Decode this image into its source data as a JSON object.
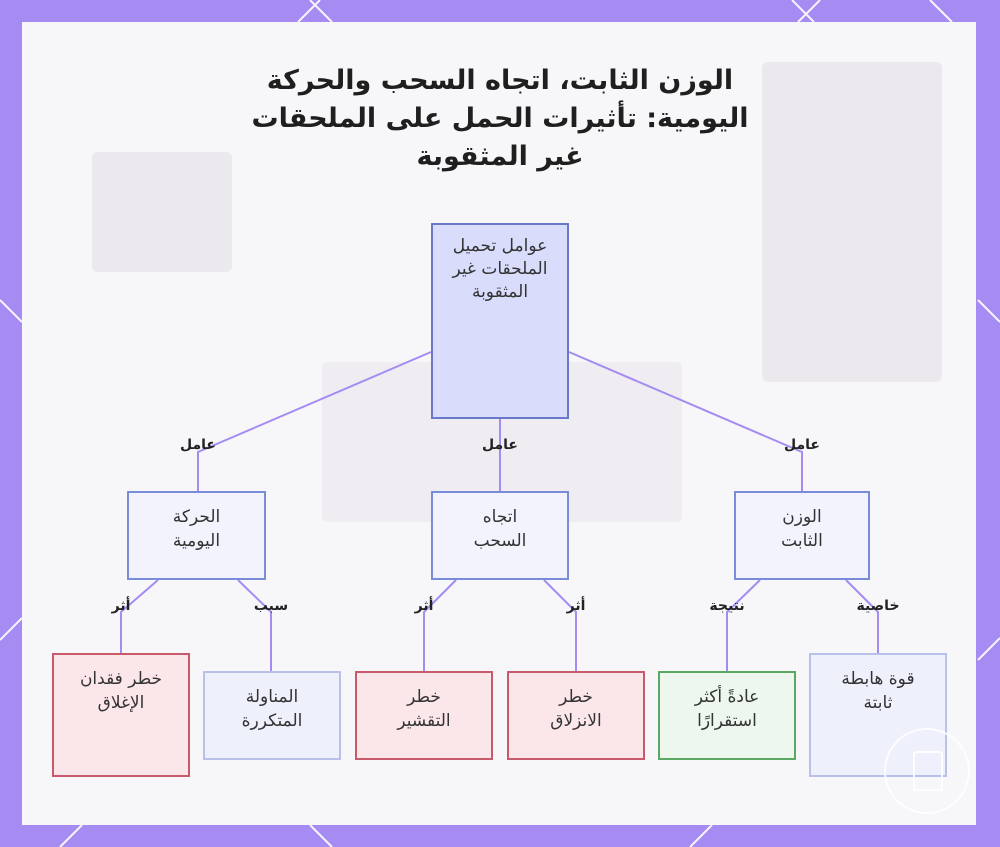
{
  "title": "الوزن الثابت، اتجاه السحب والحركة اليومية: تأثيرات الحمل على الملحقات غير المثقوبة",
  "root": {
    "label": "عوامل تحميل الملحقات غير المثقوبة"
  },
  "factors": {
    "static_weight": "الوزن الثابت",
    "pull_direction": "اتجاه السحب",
    "daily_movement": "الحركة اليومية"
  },
  "outcomes": {
    "stable_force": "قوة هابطة ثابتة",
    "more_stable": "عادةً أكثر استقرارًا",
    "slip_risk": "خطر الانزلاق",
    "peel_risk": "خطر التقشير",
    "repeated_handling": "المناولة المتكررة",
    "lock_loss_risk": "خطر فقدان الإغلاق"
  },
  "edge_labels": {
    "factor": "عامل",
    "property": "خاصية",
    "result": "نتيجة",
    "effect": "أثر",
    "cause": "سبب"
  },
  "colors": {
    "frame": "#a58bf2",
    "connector": "#a58bf2",
    "root_fill": "#d9dcfb",
    "risk_border": "#c95a6b",
    "good_border": "#5aa864"
  }
}
